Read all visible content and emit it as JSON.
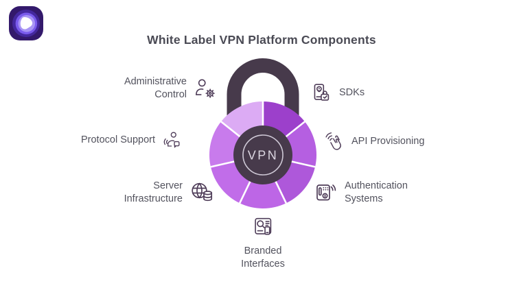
{
  "header": {
    "title": "White Label VPN Platform Components"
  },
  "logo": {
    "name": "purevpn-brand-mark",
    "outer_color": "#33196B",
    "ring_color": "#44289E",
    "mid_color": "#7A5BEC",
    "inner_color": "#A996F5",
    "mark_color": "#FFFFFF"
  },
  "lock": {
    "center_label": "VPN",
    "hub_color": "#473A4B",
    "shackle_color": "#473A4B",
    "ring_color": "#CFC9D6",
    "label_color": "#DCD6E1",
    "divider_color": "#FFFFFF",
    "segments": [
      {
        "position": "top-right",
        "color": "#9C40CB"
      },
      {
        "position": "right",
        "color": "#B55FE1"
      },
      {
        "position": "lower-right",
        "color": "#AE58DA"
      },
      {
        "position": "bottom",
        "color": "#BD66E6"
      },
      {
        "position": "lower-left",
        "color": "#C16DE9"
      },
      {
        "position": "left",
        "color": "#C87BEC"
      },
      {
        "position": "top-left",
        "color": "#DCABF4"
      }
    ]
  },
  "items": [
    {
      "label": "Administrative Control",
      "icon": "user-gear"
    },
    {
      "label": "SDKs",
      "icon": "device-location-lock"
    },
    {
      "label": "Protocol Support",
      "icon": "person-communication"
    },
    {
      "label": "API Provisioning",
      "icon": "hand-signal"
    },
    {
      "label": "Server Infrastructure",
      "icon": "globe-database"
    },
    {
      "label": "Authentication Systems",
      "icon": "keypad-lock"
    },
    {
      "label": "Branded Interfaces",
      "icon": "branding-window"
    }
  ]
}
